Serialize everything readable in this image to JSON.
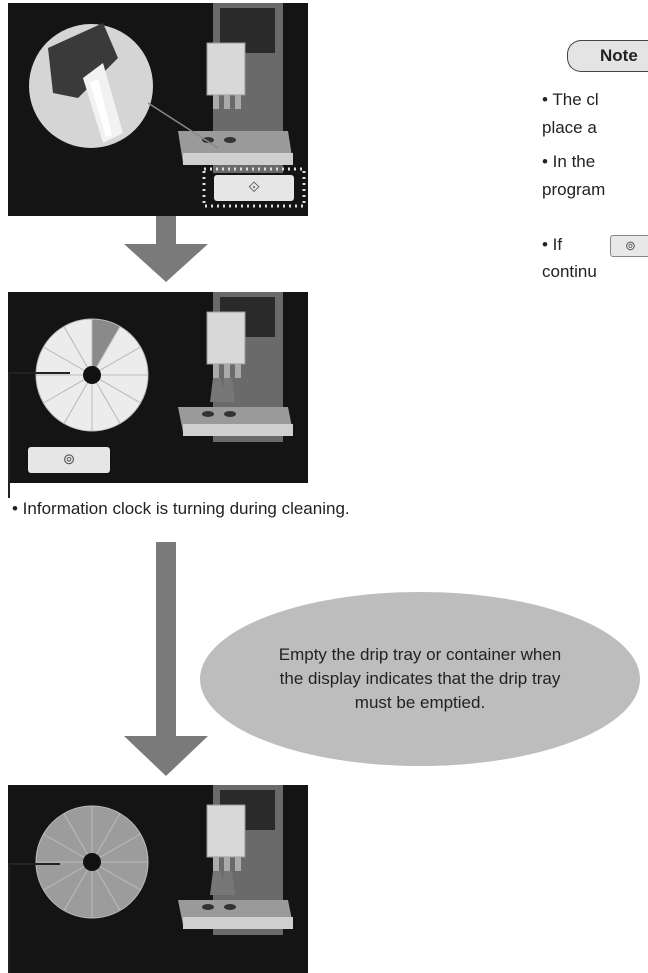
{
  "panel1": {
    "start_button_icon": "start-icon",
    "start_button_glyph": "⟐"
  },
  "panel2": {
    "stop_button_icon": "stop-icon",
    "stop_button_glyph": "⊚",
    "clock_progress": 0.08
  },
  "panel3": {
    "clock_progress": 1.0
  },
  "caption": {
    "text": "• Information clock is turning during cleaning."
  },
  "bubble": {
    "text": "Empty the drip tray or container when the display indicates that the drip tray must be emptied."
  },
  "note": {
    "label": "Note",
    "lines": [
      "• The cl",
      "place a",
      "• In the",
      "program",
      "• If",
      "continu"
    ],
    "inline_button_glyph": "⊚"
  },
  "colors": {
    "panel_bg": "#141414",
    "arrow": "#7a7a7a",
    "bubble": "#bdbdbd"
  }
}
